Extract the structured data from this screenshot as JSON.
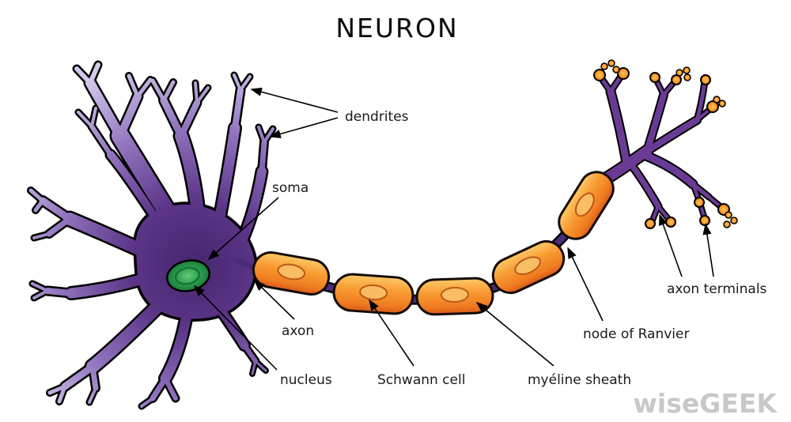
{
  "title": "NEURON",
  "watermark": "wiseGEEK",
  "labels": {
    "dendrites": "dendrites",
    "soma": "soma",
    "axon": "axon",
    "nucleus": "nucleus",
    "schwann_cell": "Schwann cell",
    "myelin_sheath": "myéline sheath",
    "node_of_ranvier": "node of Ranvier",
    "axon_terminals": "axon terminals"
  },
  "colors": {
    "background": "#ffffff",
    "outline": "#000000",
    "soma_center": "#45266c",
    "soma_mid": "#8d6fba",
    "dendrite_tip": "#d3c9ec",
    "axon_purple": "#4a2d7a",
    "myelin_light": "#fdc868",
    "myelin_dark": "#d9581a",
    "schwann_nucleus": "#f9bd63",
    "nucleus_green": "#2f9e4f",
    "terminal_purple": "#6a3b94",
    "terminal_orange": "#f7941d",
    "label_text": "#1a1a1a",
    "watermark_gray": "#c8c8c8"
  }
}
